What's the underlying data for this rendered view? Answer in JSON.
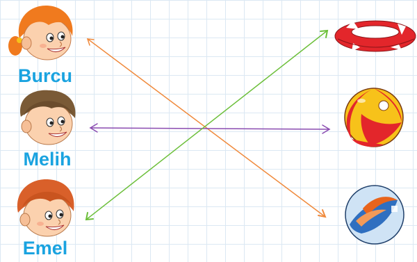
{
  "children": [
    {
      "name": "Burcu",
      "hair_color": "#f07a1e",
      "label_color": "#1aa3e0"
    },
    {
      "name": "Melih",
      "hair_color": "#7a5a36",
      "label_color": "#1aa3e0"
    },
    {
      "name": "Emel",
      "hair_color": "#d9602a",
      "label_color": "#1aa3e0"
    }
  ],
  "objects": [
    {
      "icon": "life-ring-icon",
      "colors": [
        "#e3262b",
        "#ffffff"
      ]
    },
    {
      "icon": "beach-ball-icon",
      "colors": [
        "#e3262b",
        "#f7c21a",
        "#1e6fc4",
        "#ffffff"
      ]
    },
    {
      "icon": "marble-icon",
      "colors": [
        "#2f6fc0",
        "#e8641c",
        "#cfe3f5"
      ]
    }
  ],
  "matches": [
    {
      "from": "Burcu",
      "to": "marble-icon",
      "color": "#f08a3c"
    },
    {
      "from": "Melih",
      "to": "beach-ball-icon",
      "color": "#8a4bb0"
    },
    {
      "from": "Emel",
      "to": "life-ring-icon",
      "color": "#6cbf3a"
    }
  ]
}
